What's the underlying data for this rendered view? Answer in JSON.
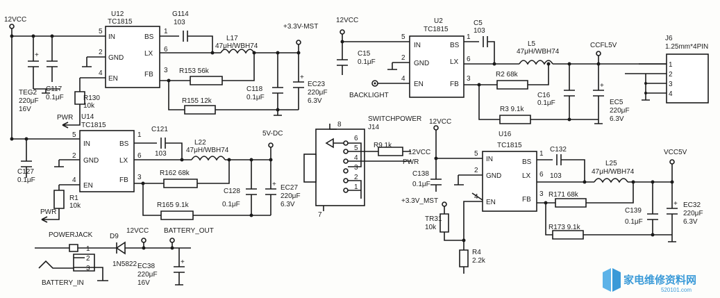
{
  "u12": {
    "ref": "U12",
    "part": "TC1815",
    "pins": {
      "in": "IN",
      "gnd": "GND",
      "en": "EN",
      "bs": "BS",
      "lx": "LX",
      "fb": "FB"
    },
    "pinno": {
      "p5": "5",
      "p2": "2",
      "p4": "4",
      "p1": "1",
      "p6": "6",
      "p3": "3"
    }
  },
  "u14": {
    "ref": "U14",
    "part": "TC1815",
    "pins": {
      "in": "IN",
      "gnd": "GND",
      "en": "EN",
      "bs": "BS",
      "lx": "LX",
      "fb": "FB"
    },
    "pinno": {
      "p5": "5",
      "p2": "2",
      "p4": "4",
      "p1": "1",
      "p6": "6",
      "p3": "3"
    }
  },
  "u2": {
    "ref": "U2",
    "part": "TC1815",
    "pins": {
      "in": "IN",
      "gnd": "GND",
      "en": "EN",
      "bs": "BS",
      "lx": "LX",
      "fb": "FB"
    },
    "pinno": {
      "p5": "5",
      "p2": "2",
      "p4": "4",
      "p1": "1",
      "p6": "6",
      "p3": "3"
    }
  },
  "u16": {
    "ref": "U16",
    "part": "TC1815",
    "pins": {
      "in": "IN",
      "gnd": "GND",
      "en": "EN",
      "bs": "BS",
      "lx": "LX",
      "fb": "FB"
    },
    "pinno": {
      "p5": "5",
      "p2": "2",
      "p4": "4",
      "p1": "1",
      "p6": "6",
      "p3": "3"
    }
  },
  "labels": {
    "v12_left": "12VCC",
    "teg2": "TEG2",
    "teg2v": "220μF",
    "teg2r": "16V",
    "c117": "C117",
    "c117v": "0.1μF",
    "r130": "R130",
    "r130v": "10k",
    "pwr1": "PWR",
    "g114": "G114",
    "g114v": "103",
    "l17": "L17",
    "l17v": "47μH/WBH74",
    "r153": "R153  56k",
    "r155": "R155  12k",
    "v33": "+3.3V-MST",
    "c118": "C118",
    "c118v": "0.1μF",
    "ec23": "EC23",
    "ec23v": "220μF",
    "ec23r": "6.3V",
    "c127": "C127",
    "c127v": "0.1μF",
    "r1": "R1",
    "r1v": "10k",
    "pwr2": "PWR",
    "c121": "C121",
    "c121v": "103",
    "l22": "L22",
    "l22v": "47μH/WBH74",
    "r162": "R162  68k",
    "r165": "R165  9.1k",
    "v5dc": "5V-DC",
    "c128": "C128",
    "c128v": "0.1μF",
    "ec27": "EC27",
    "ec27v": "220μF",
    "ec27r": "6.3V",
    "powerjack": "POWERJACK",
    "battin": "BATTERY_IN",
    "d9": "D9",
    "d9v": "1N5822",
    "v12_batt": "12VCC",
    "battout": "BATTERY_OUT",
    "ec38": "EC38",
    "ec38v": "220μF",
    "ec38r": "16V",
    "j1": "1",
    "j2": "2",
    "j3": "3",
    "v12_u2": "12VCC",
    "c15": "C15",
    "c15v": "0.1μF",
    "backlight": "BACKLIGHT",
    "c5": "C5",
    "c5v": "103",
    "l5": "L5",
    "l5v": "47μH/WBH74",
    "r2": "R2  68k",
    "r3": "R3  9.1k",
    "c16": "C16",
    "c16v": "0.1μF",
    "ccfl": "CCFL5V",
    "ec5": "EC5",
    "ec5v": "220μF",
    "ec5r": "6.3V",
    "j6": "J6",
    "j6v": "1.25mm*4PIN",
    "j6p1": "1",
    "j6p2": "2",
    "j6p3": "3",
    "j6p4": "4",
    "sw": "SWITCHPOWER",
    "j14": "J14",
    "r9": "R9  1k",
    "sw12": "12VCC",
    "swpwr": "PWR",
    "j14p8": "8",
    "j14p7": "7",
    "j14p6": "6",
    "j14p5": "5",
    "j14p4": "4",
    "j14p3": "3",
    "j14p2": "2",
    "j14p1": "1",
    "v12_u16": "12VCC",
    "c138": "C138",
    "c138v": "0.1μF",
    "v33b": "+3.3V_MST",
    "tr31": "TR31",
    "tr31v": "10k",
    "r4": "R4",
    "r4v": "2.2k",
    "c132": "C132",
    "c132v": "103",
    "l25": "L25",
    "l25v": "47μH/WBH74",
    "r171": "R171  68k",
    "r173": "R173  9.1k",
    "vcc5": "VCC5V",
    "c139": "C139",
    "c139v": "0.1μF",
    "ec32": "EC32",
    "ec32v": "220μF",
    "ec32r": "6.3V"
  },
  "watermark": {
    "cn": "家电维修资料网",
    "url": "520101.com"
  }
}
